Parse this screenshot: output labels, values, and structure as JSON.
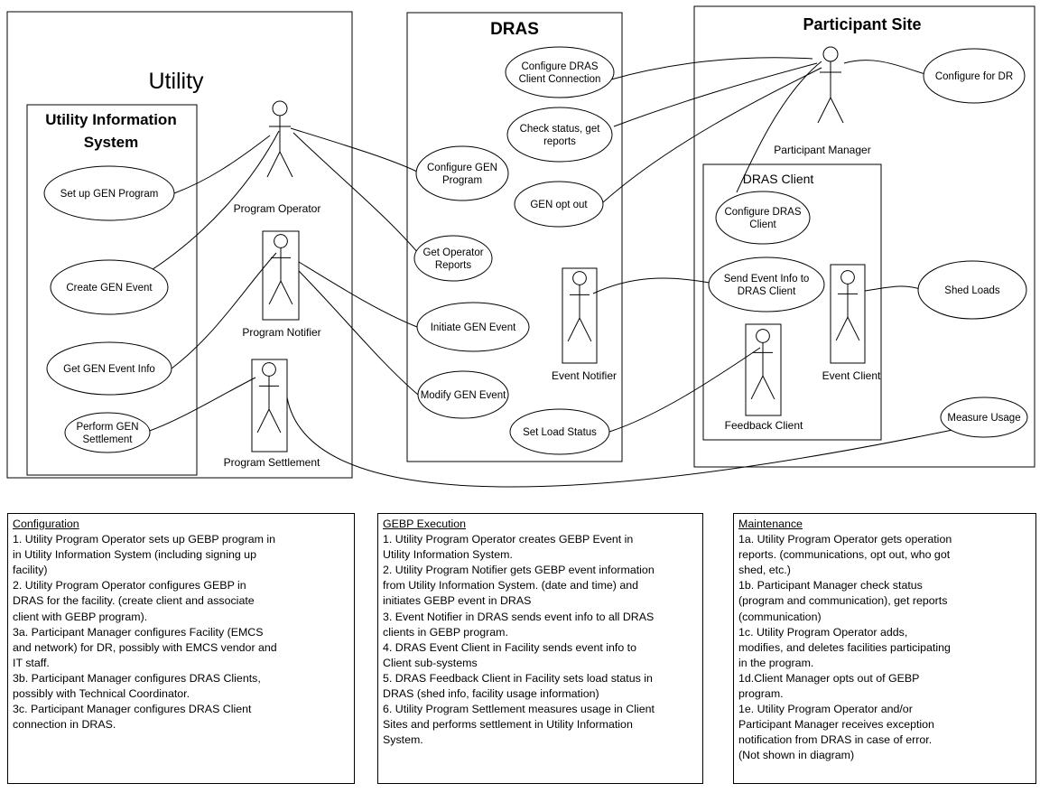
{
  "colors": {
    "line": "#000000",
    "background": "#ffffff"
  },
  "boxes": {
    "utility": "Utility",
    "uis_line1": "Utility Information",
    "uis_line2": "System",
    "dras": "DRAS",
    "participant_site": "Participant Site",
    "dras_client": "DRAS Client"
  },
  "actors": {
    "program_operator": "Program Operator",
    "program_notifier": "Program Notifier",
    "program_settlement": "Program Settlement",
    "event_notifier": "Event Notifier",
    "participant_manager": "Participant Manager",
    "event_client": "Event Client",
    "feedback_client": "Feedback Client"
  },
  "use_cases": {
    "setup_gen_program": [
      "Set up GEN Program"
    ],
    "create_gen_event": [
      "Create GEN Event"
    ],
    "get_gen_event_info": [
      "Get GEN Event Info"
    ],
    "perform_gen_settlement": [
      "Perform GEN",
      "Settlement"
    ],
    "configure_dras_client_connection": [
      "Configure DRAS",
      "Client Connection"
    ],
    "check_status": [
      "Check status, get",
      "reports"
    ],
    "configure_gen_program": [
      "Configure GEN",
      "Program"
    ],
    "gen_opt_out": [
      "GEN opt out"
    ],
    "get_operator_reports": [
      "Get Operator",
      "Reports"
    ],
    "initiate_gen_event": [
      "Initiate GEN Event"
    ],
    "modify_gen_event": [
      "Modify GEN Event"
    ],
    "set_load_status": [
      "Set Load Status"
    ],
    "configure_for_dr": [
      "Configure for DR"
    ],
    "configure_dras_client": [
      "Configure DRAS",
      "Client"
    ],
    "send_event_info": [
      "Send Event Info to",
      "DRAS Client"
    ],
    "shed_loads": [
      "Shed Loads"
    ],
    "measure_usage": [
      "Measure Usage"
    ]
  },
  "notes": {
    "configuration": {
      "title": "Configuration",
      "lines": [
        "1. Utility Program Operator sets up GEBP program in",
        "in Utility Information System (including signing up",
        "facility)",
        "2. Utility Program Operator configures GEBP in",
        "DRAS for the facility. (create client and associate",
        "client with GEBP program).",
        "3a. Participant Manager configures Facility (EMCS",
        "and network) for DR, possibly with EMCS vendor and",
        "IT staff.",
        "3b. Participant Manager configures DRAS Clients,",
        "possibly with Technical Coordinator.",
        "3c. Participant Manager configures DRAS Client",
        "connection in DRAS."
      ]
    },
    "gebp_execution": {
      "title": "GEBP Execution",
      "lines": [
        "1. Utility Program Operator creates GEBP Event in",
        "Utility Information System.",
        "2. Utility Program Notifier gets GEBP event information",
        "from Utility Information System. (date and time) and",
        "initiates GEBP event in DRAS",
        "3. Event Notifier in DRAS sends event info to all DRAS",
        "clients in GEBP program.",
        "4. DRAS Event Client in Facility sends event info to",
        "Client sub-systems",
        "5. DRAS Feedback Client in Facility sets load status in",
        "DRAS (shed info, facility usage information)",
        "6. Utility Program Settlement measures usage in Client",
        "Sites and performs settlement in Utility Information",
        "System."
      ]
    },
    "maintenance": {
      "title": "Maintenance",
      "lines": [
        "1a. Utility Program Operator gets operation",
        "reports. (communications, opt out, who got",
        "shed, etc.)",
        "1b. Participant Manager check status",
        "(program and communication), get reports",
        "(communication)",
        "1c. Utility Program Operator adds,",
        "modifies, and deletes facilities participating",
        "in the program.",
        "1d.Client Manager opts out of GEBP",
        "program.",
        "1e. Utility Program Operator and/or",
        "Participant Manager receives exception",
        "notification from DRAS in case of error.",
        "(Not shown in diagram)"
      ]
    }
  }
}
